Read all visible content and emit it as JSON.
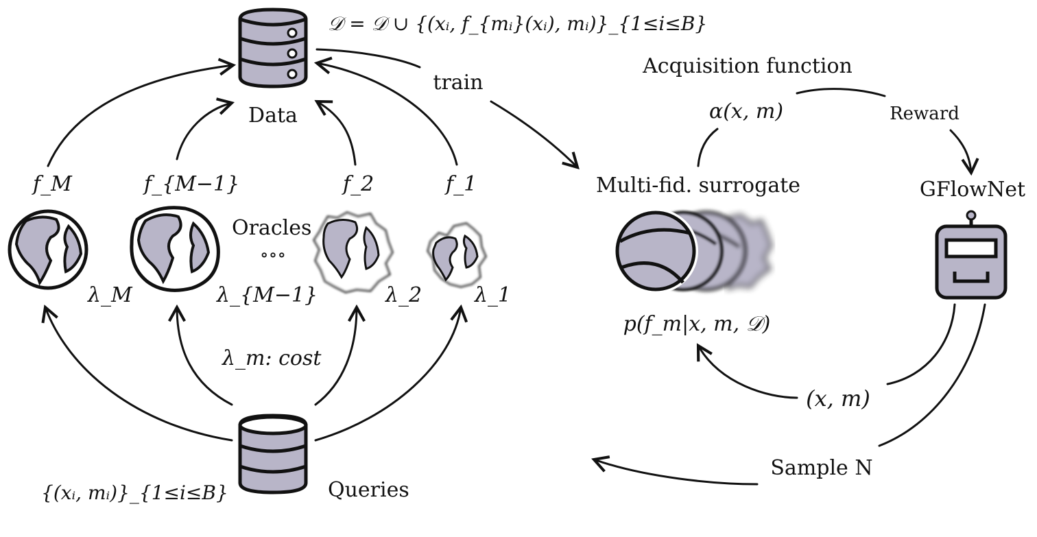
{
  "data_node": {
    "label": "Data",
    "update_formula": "𝒟 = 𝒟 ∪ {(xᵢ, f_{mᵢ}(xᵢ), mᵢ)}_{1≤i≤B}"
  },
  "queries_node": {
    "label": "Queries",
    "set": "{(xᵢ, mᵢ)}_{1≤i≤B}"
  },
  "oracles": {
    "label": "Oracles",
    "ellipsis": "∘∘∘",
    "cost_note": "λ_m: cost",
    "items": [
      {
        "fn": "f_M",
        "cost": "λ_M"
      },
      {
        "fn": "f_{M−1}",
        "cost": "λ_{M−1}"
      },
      {
        "fn": "f_2",
        "cost": "λ_2"
      },
      {
        "fn": "f_1",
        "cost": "λ_1"
      }
    ]
  },
  "train_label": "train",
  "surrogate": {
    "label": "Multi-fid. surrogate",
    "posterior": "p(f_m|x, m, 𝒟)"
  },
  "acquisition": {
    "title": "Acquisition function",
    "symbol": "α(x, m)",
    "reward": "Reward"
  },
  "gflownet": {
    "label": "GFlowNet"
  },
  "sample_label": "Sample N",
  "candidate": "(x, m)",
  "colors": {
    "fill": "#b8b5c8",
    "stroke": "#111111",
    "background": "#ffffff"
  }
}
